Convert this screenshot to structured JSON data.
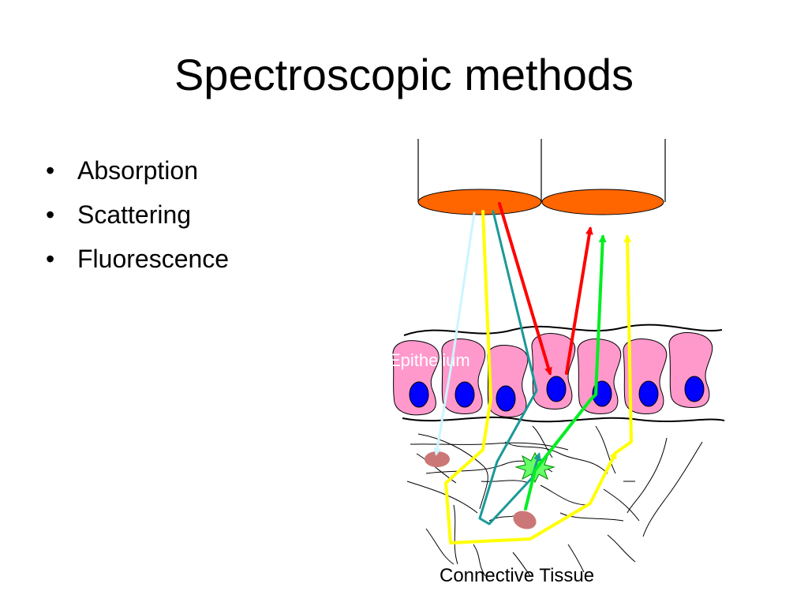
{
  "slide": {
    "title": "Spectroscopic methods",
    "bullets": [
      {
        "marker": "•",
        "text": "Absorption"
      },
      {
        "marker": "•",
        "text": "Scattering"
      },
      {
        "marker": "•",
        "text": "Fluorescence"
      }
    ]
  },
  "figure": {
    "labels": {
      "epithelium": "Epithelium",
      "connective_tissue": "Connective Tissue"
    },
    "colors": {
      "fiber_tip": "#ff6600",
      "cell_body": "#ff99cc",
      "nucleus": "#0000ff",
      "absorber": "#cc7777",
      "fluorophore": "#66ff66",
      "light_cyan": "#ccf5ff",
      "yellow": "#ffff00",
      "teal": "#1a9999",
      "red": "#ff0000",
      "green": "#00ee22"
    }
  }
}
